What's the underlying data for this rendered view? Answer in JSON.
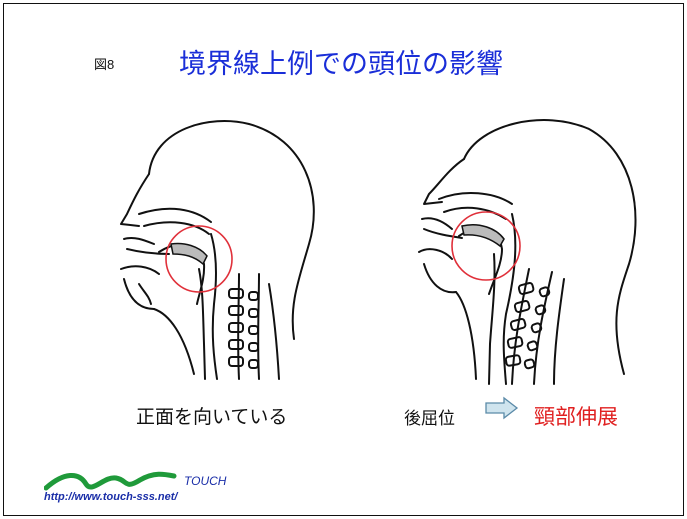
{
  "figure_label": "図8",
  "title": "境界線上例での頭位の影響",
  "captions": {
    "left": "正面を向いている",
    "right_prefix": "後屈位",
    "right_result": "頸部伸展"
  },
  "colors": {
    "title": "#1a2ed8",
    "highlight_circle": "#e0303a",
    "result_text": "#e02020",
    "arrow_fill": "#cfe4ee",
    "logo_green": "#1f9a3a"
  },
  "icons": {
    "arrow": "right-arrow-icon"
  },
  "logo": {
    "brand": "TOUCH",
    "url": "http://www.touch-sss.net/"
  }
}
